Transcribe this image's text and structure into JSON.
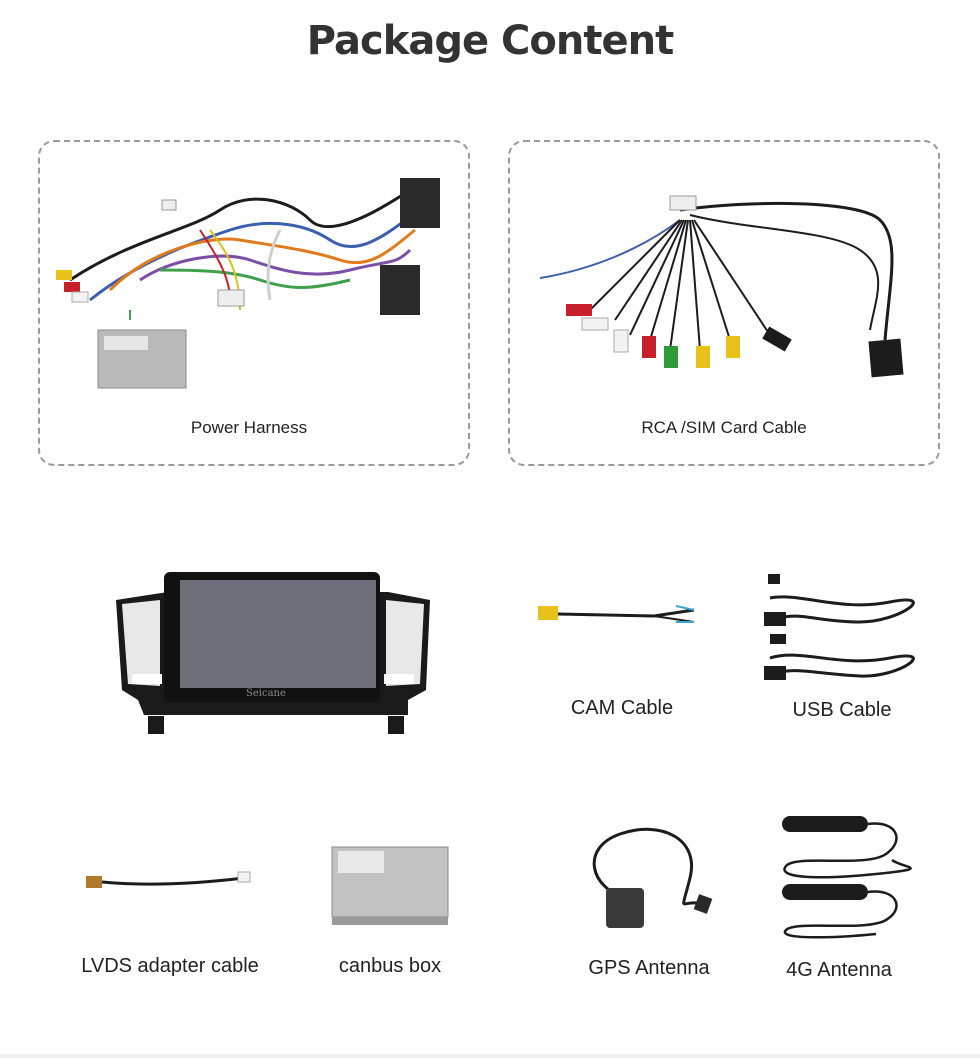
{
  "page": {
    "title": "Package Content"
  },
  "items": [
    {
      "id": "power-harness",
      "label": "Power Harness"
    },
    {
      "id": "rca-sim-cable",
      "label": "RCA /SIM Card Cable"
    },
    {
      "id": "head-unit",
      "label": "",
      "brand_text": "Seicane"
    },
    {
      "id": "cam-cable",
      "label": "CAM Cable"
    },
    {
      "id": "usb-cable",
      "label": "USB Cable"
    },
    {
      "id": "lvds-cable",
      "label": "LVDS adapter cable"
    },
    {
      "id": "canbus-box",
      "label": "canbus box"
    },
    {
      "id": "gps-antenna",
      "label": "GPS Antenna"
    },
    {
      "id": "4g-antenna",
      "label": "4G Antenna"
    }
  ],
  "colors": {
    "title": "#333333",
    "dashed_border": "#9a9a9a",
    "cable": "#1c1c1c",
    "rca_red": "#c8202a",
    "rca_white": "#f2f2f2",
    "rca_yellow": "#e8c21a",
    "rca_green": "#2e9a3a",
    "box_grey": "#b9b9b9",
    "screen": "#6e6e7a"
  }
}
